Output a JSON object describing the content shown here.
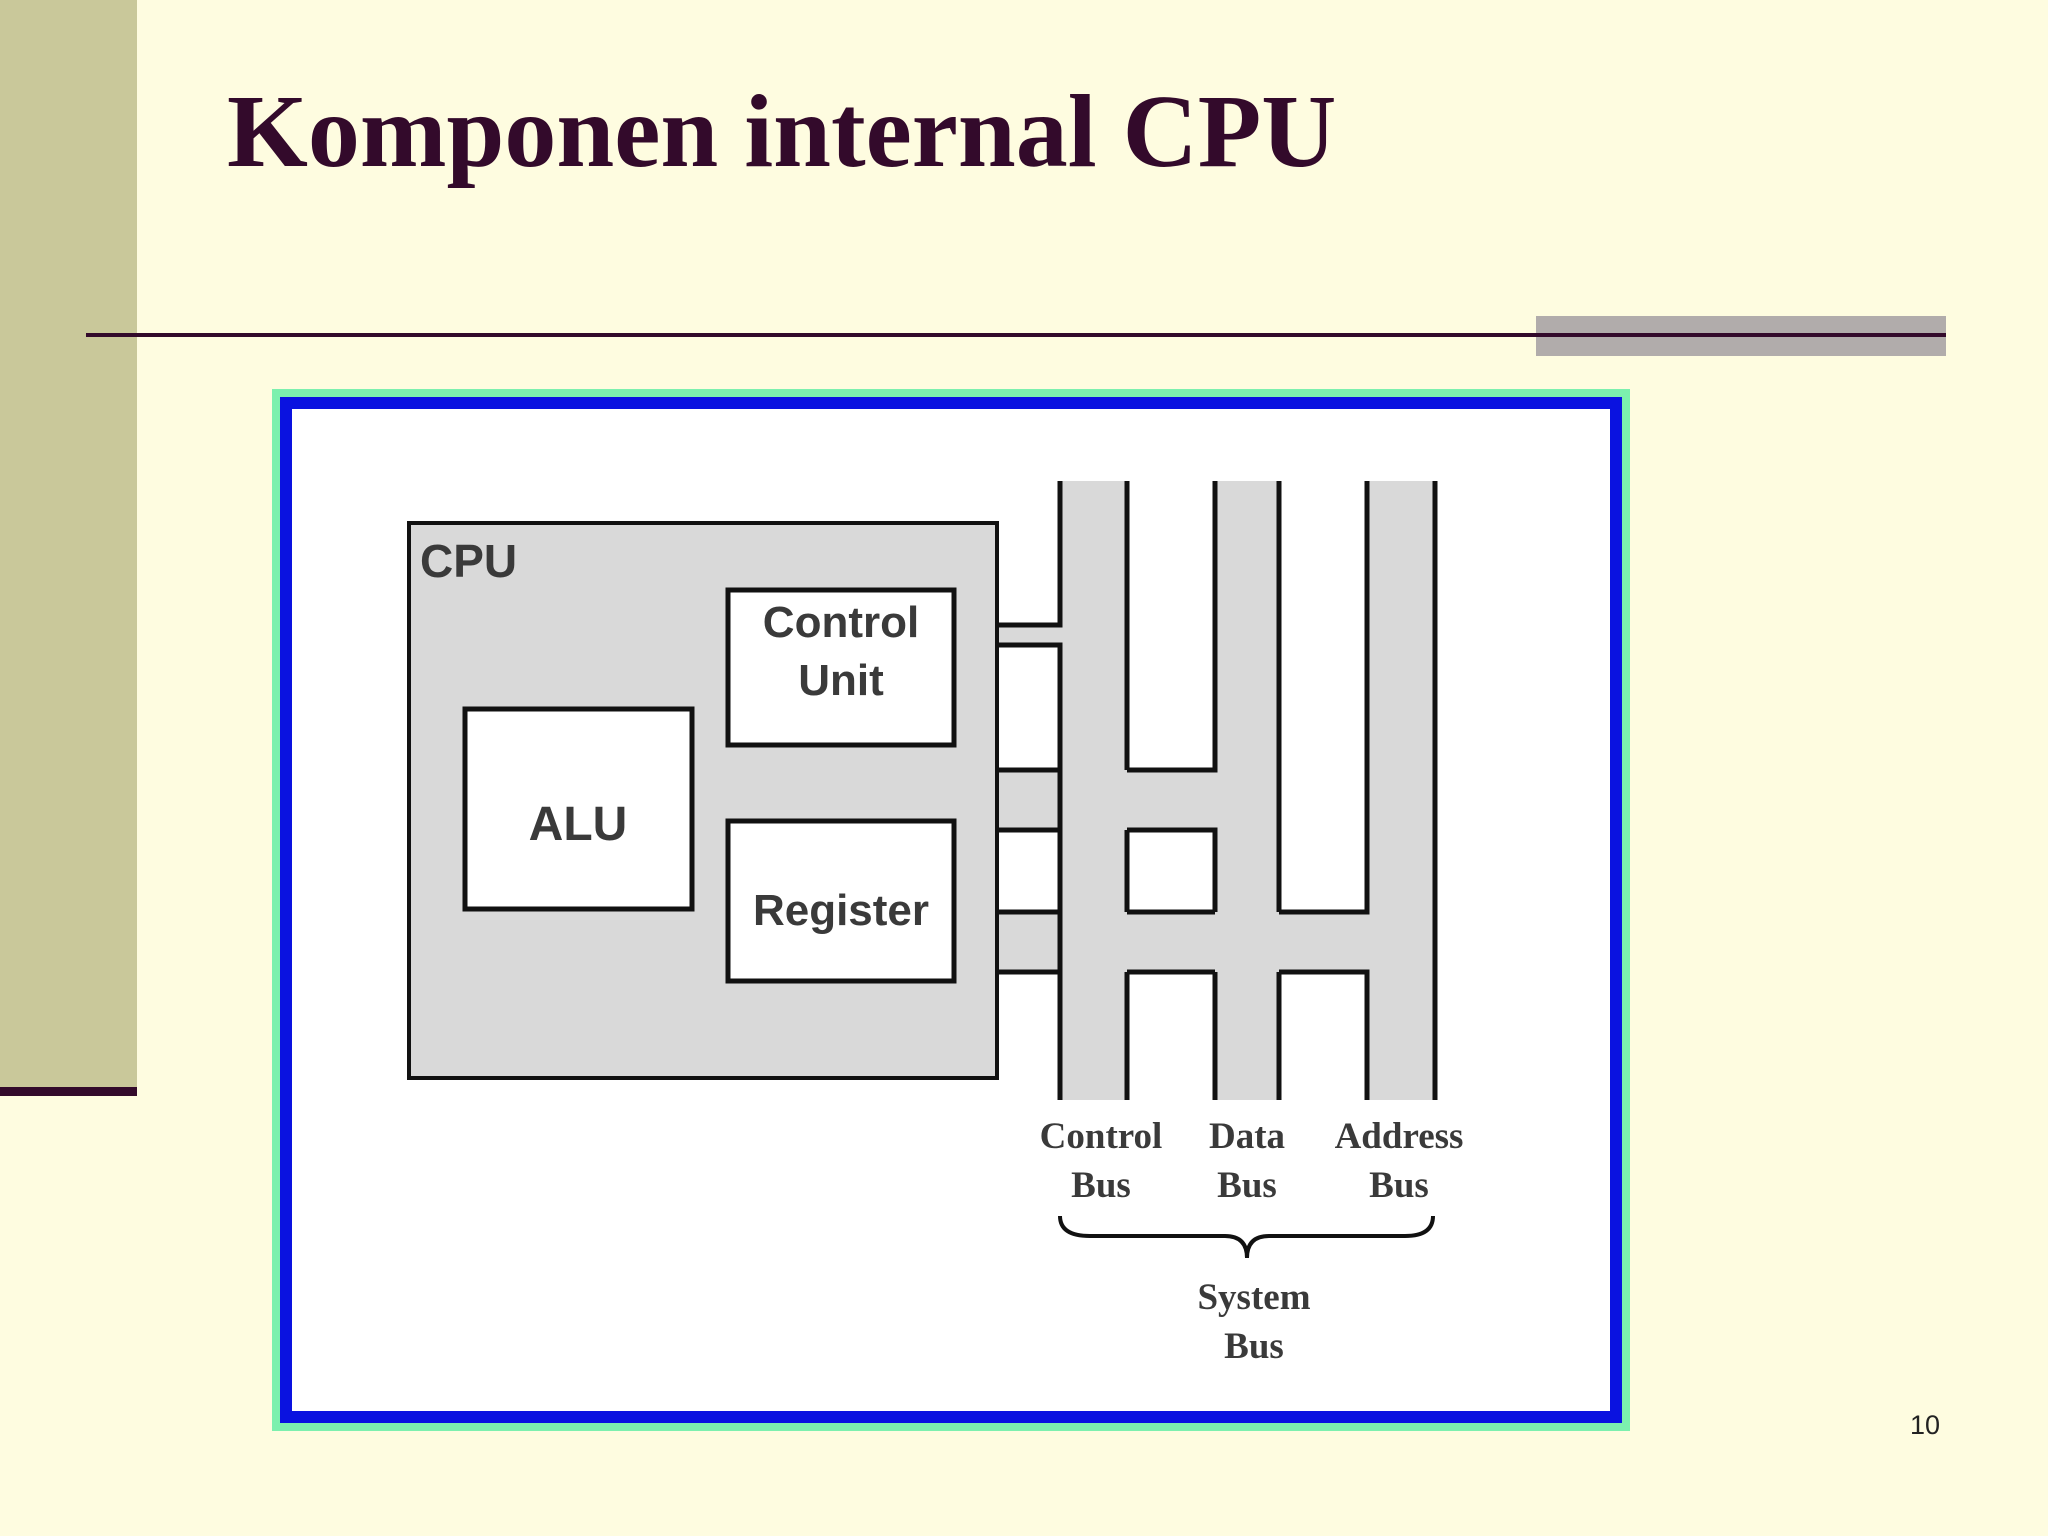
{
  "slide": {
    "title": "Komponen internal CPU",
    "page_number": "10"
  },
  "diagram": {
    "cpu_label": "CPU",
    "control_unit_line1": "Control",
    "control_unit_line2": "Unit",
    "alu_label": "ALU",
    "register_label": "Register",
    "control_bus_line1": "Control",
    "control_bus_line2": "Bus",
    "data_bus_line1": "Data",
    "data_bus_line2": "Bus",
    "address_bus_line1": "Address",
    "address_bus_line2": "Bus",
    "system_bus_line1": "System",
    "system_bus_line2": "Bus"
  },
  "colors": {
    "background": "#fefce0",
    "title": "#330a2b",
    "side_band": "#c9c89a",
    "frame_blue": "#0a12e0",
    "frame_outer": "#7cf0ae",
    "diagram_fill": "#d9d9d9"
  }
}
